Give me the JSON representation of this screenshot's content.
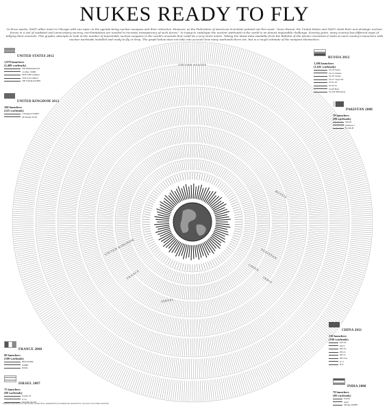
{
  "title": "NUKES READY TO FLY",
  "intro": "In three weeks, NATO allies meet in Chicago with one topic on the agenda being nuclear weapons and their reduction. However, as the Federation of American Scientists pointed out this week, \"since Russia, the United States and NATO clash their non-strategic nuclear forces in a veil of outdated and unnecessary secrecy, non-limitations are needed to increase transparency of such forces.\" In trying to catalogue the nuclear warheads in the world is an almost impossible challenge. Seventy years, many country has different ways of tallying their arsenals. This graphic attempts to look at the number of launchable nuclear weapons in the world's arsenals that could do a very short notice. Taking the latest data available from the Bulletin of the Atomic Scientists it looks at each country's launchers with nuclear warheads installed and ready to fly or drop. The graph below does not take into account how many warheads there are, but is a rough estimate of the weapons themselves.",
  "ring_labels": [
    "UNITED STATES",
    "RUSSIA",
    "UNITED KINGDOM",
    "FRANCE",
    "CHINA",
    "INDIA",
    "PAKISTAN",
    "ISRAEL"
  ],
  "panels": {
    "us": {
      "name": "UNITED STATES 2012",
      "launchers": "1,979 launchers",
      "warheads": "(2,468 warheads)",
      "rows": [
        "450 Minuteman III",
        "14 Ohio SSBN",
        "60 B-52H bombers",
        "18 B-2A bombers",
        "500 Tomahawk/B61"
      ]
    },
    "uk": {
      "name": "UNITED KINGDOM 2012",
      "launchers": "160 launchers",
      "warheads": "(225 warheads)",
      "rows": [
        "4 Vanguard SSBN",
        "48 Trident II D5"
      ]
    },
    "russia": {
      "name": "RUSSIA 2012",
      "launchers": "1,306 launchers",
      "warheads": "(1,635 warheads)",
      "rows": [
        "SS-18 Satan",
        "SS-19 Stiletto",
        "SS-25 Sickle",
        "SS-27 Topol-M",
        "SS-N-18",
        "SS-N-23",
        "Tu-95 Bear",
        "Tu-160 Blackjack"
      ]
    },
    "pakistan": {
      "name": "PAKISTAN 2008",
      "launchers": "70 launchers",
      "warheads": "(90 warheads)",
      "rows": [
        "Ghauri",
        "Shaheen-1",
        "F-16A/B"
      ]
    },
    "france": {
      "name": "FRANCE 2008",
      "launchers": "90 launchers",
      "warheads": "(300 warheads)",
      "rows": [
        "M45 SLBM",
        "ASMP",
        "Rafale"
      ]
    },
    "china": {
      "name": "CHINA 2011",
      "launchers": "130 launchers",
      "warheads": "(180 warheads)",
      "rows": [
        "DF-3A",
        "DF-4",
        "DF-5A",
        "DF-21",
        "DF-31",
        "DF-31A",
        "JL-1",
        "H-6"
      ]
    },
    "israel": {
      "name": "ISRAEL 2007",
      "launchers": "75 launchers",
      "warheads": "(80 warheads)",
      "rows": [
        "Jericho II",
        "F-16",
        "Dolphin SLCM"
      ]
    },
    "india": {
      "name": "INDIA 2008",
      "launchers": "70 launchers",
      "warheads": "(80 warheads)",
      "rows": [
        "Prithvi",
        "Agni",
        "Mirage 2000H"
      ]
    }
  },
  "footer": "SOURCE: BULLETIN OF THE ATOMIC SCIENTISTS, FEDERATION OF AMERICAN SCIENTISTS; CHICAGO SUN-TIMES GRAPHIC"
}
